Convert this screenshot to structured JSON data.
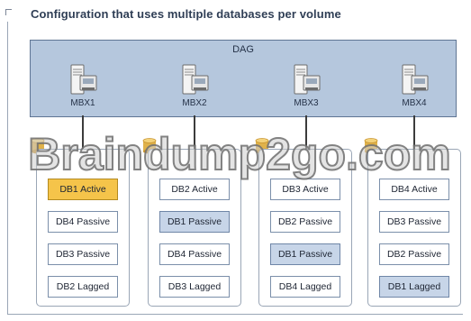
{
  "title": "Configuration that uses multiple databases per volume",
  "dag": {
    "label": "DAG"
  },
  "servers": [
    {
      "label": "MBX1"
    },
    {
      "label": "MBX2"
    },
    {
      "label": "MBX3"
    },
    {
      "label": "MBX4"
    }
  ],
  "columns": [
    {
      "server": "MBX1",
      "databases": [
        {
          "label": "DB1 Active",
          "style": "active"
        },
        {
          "label": "DB4 Passive",
          "style": "plain"
        },
        {
          "label": "DB3 Passive",
          "style": "plain"
        },
        {
          "label": "DB2 Lagged",
          "style": "plain"
        }
      ]
    },
    {
      "server": "MBX2",
      "databases": [
        {
          "label": "DB2 Active",
          "style": "plain"
        },
        {
          "label": "DB1 Passive",
          "style": "shaded"
        },
        {
          "label": "DB4 Passive",
          "style": "plain"
        },
        {
          "label": "DB3 Lagged",
          "style": "plain"
        }
      ]
    },
    {
      "server": "MBX3",
      "databases": [
        {
          "label": "DB3 Active",
          "style": "plain"
        },
        {
          "label": "DB2 Passive",
          "style": "plain"
        },
        {
          "label": "DB1 Passive",
          "style": "shaded"
        },
        {
          "label": "DB4 Lagged",
          "style": "plain"
        }
      ]
    },
    {
      "server": "MBX4",
      "databases": [
        {
          "label": "DB4 Active",
          "style": "plain"
        },
        {
          "label": "DB3 Passive",
          "style": "plain"
        },
        {
          "label": "DB2 Passive",
          "style": "plain"
        },
        {
          "label": "DB1 Lagged",
          "style": "shaded"
        }
      ]
    }
  ],
  "colors": {
    "dag_fill": "#b5c7dd",
    "active_fill": "#f5c44a",
    "shaded_fill": "#c7d5e8",
    "box_border": "#7b8faa"
  },
  "watermark": "Braindump2go.com"
}
